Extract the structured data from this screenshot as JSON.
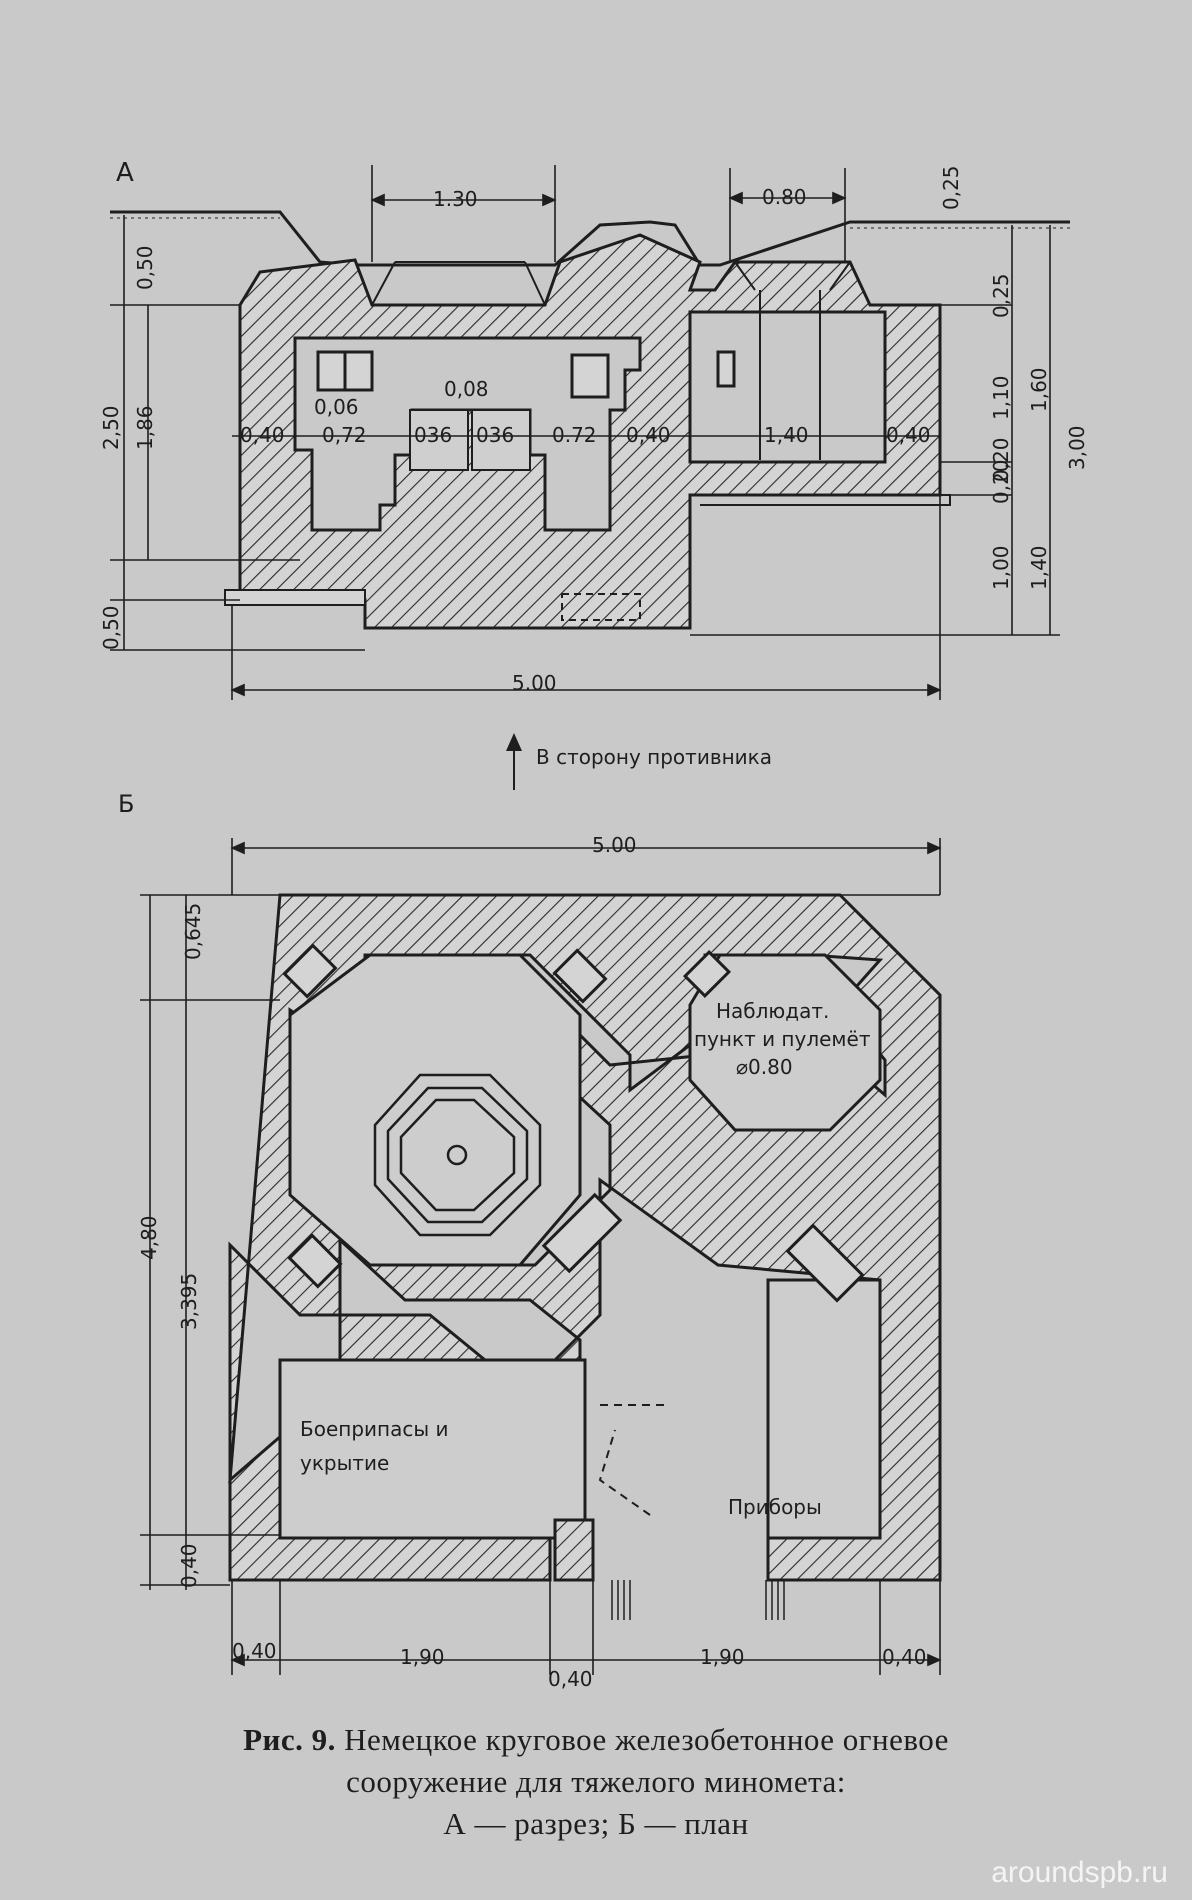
{
  "section_a": {
    "label": "А",
    "dims": {
      "w130": "1.30",
      "w080": "0.80",
      "w025_top": "0,25",
      "h050_top": "0,50",
      "h250": "2,50",
      "h186": "1,86",
      "h006": "0,06",
      "h008": "0,08",
      "d040a": "0,40",
      "d072a": "0,72",
      "d036a": "036",
      "d036b": "036",
      "d072b": "0.72",
      "d040b": "0,40",
      "d140": "1,40",
      "d040c": "0,40",
      "r025": "0,25",
      "r110": "1,10",
      "r160": "1,60",
      "r020a": "0,20",
      "r020b": "0,20",
      "r100": "1,00",
      "r140": "1,40",
      "r300": "3,00",
      "h050_bot": "0,50",
      "total": "5.00"
    }
  },
  "direction_label": "В сторону противника",
  "section_b": {
    "label": "Б",
    "dims": {
      "top": "5.00",
      "h0645": "0,645",
      "h480": "4,80",
      "h3395": "3,395",
      "h040": "0,40",
      "b040a": "0,40",
      "b190a": "1,90",
      "b040mid": "0,40",
      "b190b": "1,90",
      "b040b": "0,40"
    },
    "rooms": {
      "observation_1": "Наблюдат.",
      "observation_2": "пункт и пулемёт",
      "observation_3": "⌀0.80",
      "ammo_1": "Боеприпасы и",
      "ammo_2": "укрытие",
      "devices": "Приборы"
    }
  },
  "caption": {
    "fig_label": "Рис. 9.",
    "line1": "Немецкое круговое железобетонное огневое",
    "line2": "сооружение для тяжелого миномета:",
    "line3": "А — разрез;  Б — план"
  },
  "watermark": "aroundspb.ru"
}
